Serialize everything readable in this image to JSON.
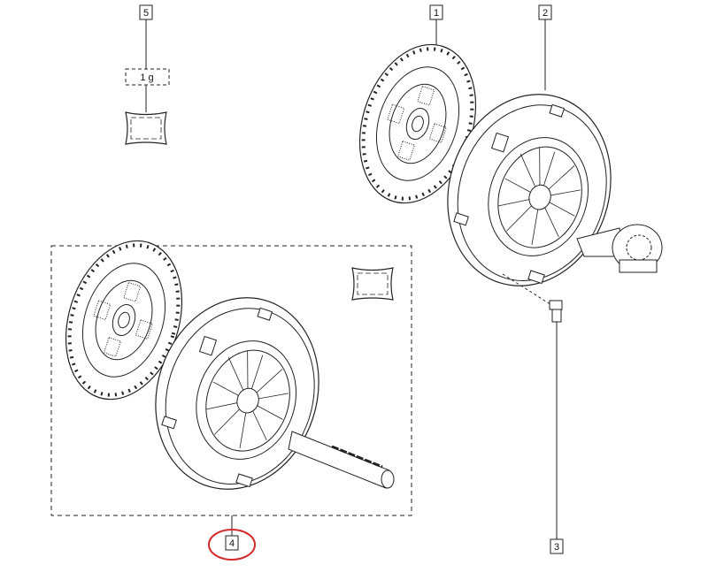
{
  "diagram": {
    "callouts": [
      {
        "id": "1",
        "label": "1"
      },
      {
        "id": "2",
        "label": "2"
      },
      {
        "id": "3",
        "label": "3"
      },
      {
        "id": "4",
        "label": "4"
      },
      {
        "id": "5",
        "label": "5"
      }
    ],
    "quantity_label": "1 g",
    "highlight_color": "#d42a2a"
  }
}
